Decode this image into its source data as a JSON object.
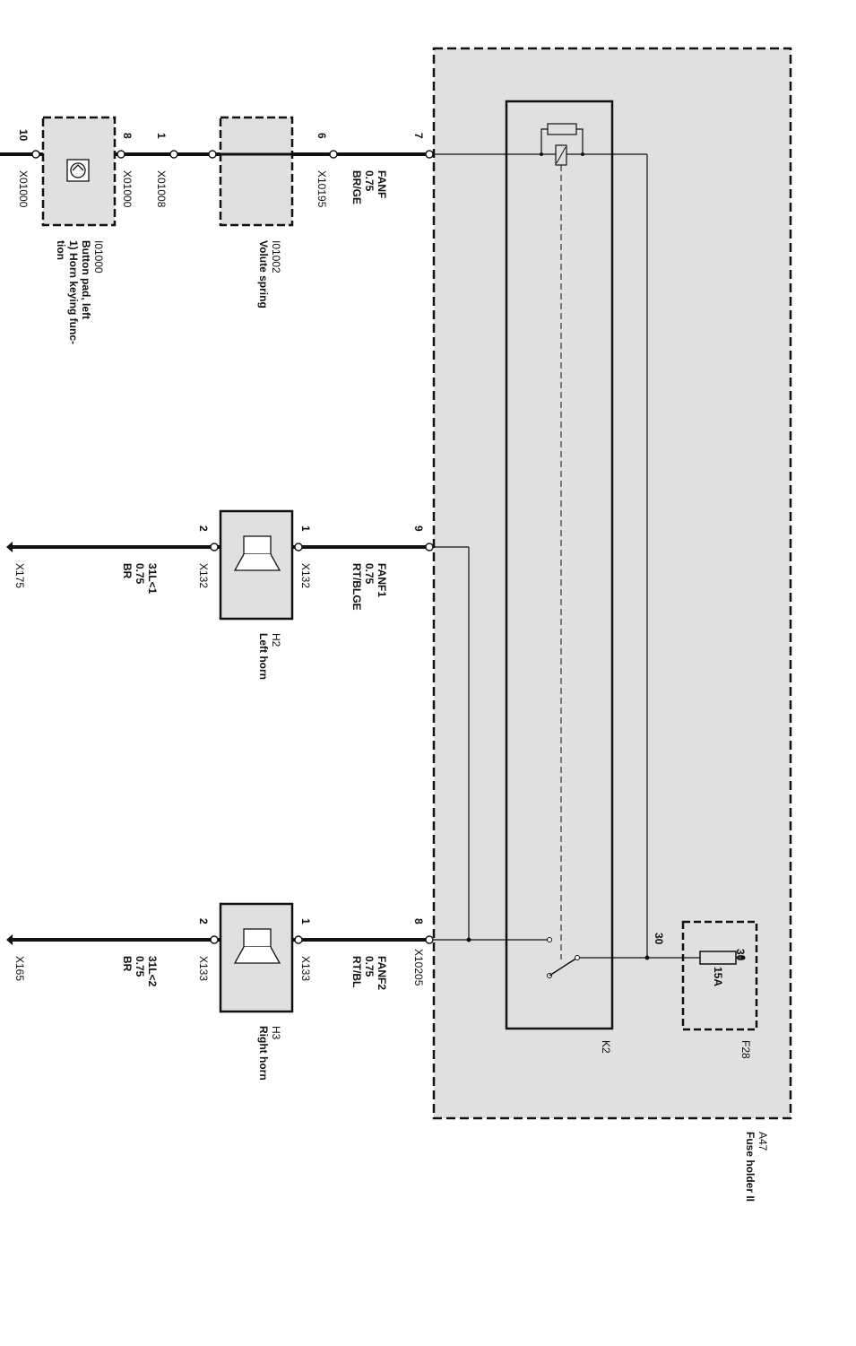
{
  "fuse_holder": {
    "id": "A47",
    "name": "Fuse holder II"
  },
  "relay": {
    "id": "K2"
  },
  "fuse": {
    "id": "F28",
    "rating": "15A",
    "pin_top": "30",
    "pin_left": "30"
  },
  "connectors": {
    "pin7": "7",
    "pin9": "9",
    "pin8": "8",
    "x10205": "X10205"
  },
  "wires": {
    "top": {
      "name": "FANF",
      "size": "0.75",
      "color": "BR/GE"
    },
    "middle": {
      "name": "FANF1",
      "size": "0.75",
      "color": "RT/BLGE"
    },
    "bottom": {
      "name": "FANF2",
      "size": "0.75",
      "color": "RT/BL"
    },
    "ground_left": {
      "name": "31L<1",
      "size": "0.75",
      "color": "BR"
    },
    "ground_right": {
      "name": "31L<2",
      "size": "0.75",
      "color": "BR"
    }
  },
  "components": {
    "volute": {
      "id": "I01002",
      "name": "Volute spring",
      "conn_in": "X10195",
      "pin_in": "6",
      "conn_out": "X01008",
      "pin_out": "1"
    },
    "button": {
      "id": "I01000",
      "line1": "Button pad, left",
      "line2": "1) Horn keying func-",
      "line3": "tion",
      "conn_in": "X01000",
      "pin_in": "8",
      "conn_out": "X01000",
      "pin_out": "10"
    },
    "left_horn": {
      "id": "H2",
      "name": "Left horn",
      "conn_in": "X132",
      "pin_in": "1",
      "conn_out": "X132",
      "pin_out": "2",
      "ground": "X175"
    },
    "right_horn": {
      "id": "H3",
      "name": "Right horn",
      "conn_in": "X133",
      "pin_in": "1",
      "conn_out": "X133",
      "pin_out": "2",
      "ground": "X165"
    }
  }
}
